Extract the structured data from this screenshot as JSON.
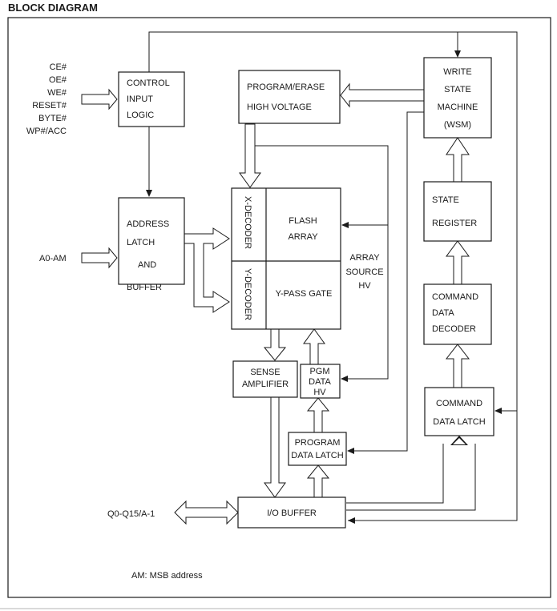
{
  "heading": "BLOCK DIAGRAM",
  "inputs": {
    "control_signals": [
      "CE#",
      "OE#",
      "WE#",
      "RESET#",
      "BYTE#",
      "WP#/ACC"
    ],
    "address": "A0-AM",
    "data_io": "Q0-Q15/A-1"
  },
  "blocks": {
    "control_input_logic": [
      "CONTROL",
      "INPUT",
      "LOGIC"
    ],
    "program_erase_hv": [
      "PROGRAM/ERASE",
      "HIGH VOLTAGE"
    ],
    "write_state_machine": [
      "WRITE",
      "STATE",
      "MACHINE",
      "(WSM)"
    ],
    "address_latch_buffer": [
      "ADDRESS",
      "LATCH",
      "AND",
      "BUFFER"
    ],
    "x_decoder": "X-DECODER",
    "y_decoder": "Y-DECODER",
    "flash_array": [
      "FLASH",
      "ARRAY"
    ],
    "y_pass_gate": "Y-PASS GATE",
    "array_source_hv": [
      "ARRAY",
      "SOURCE",
      "HV"
    ],
    "state_register": [
      "STATE",
      "REGISTER"
    ],
    "command_data_decoder": [
      "COMMAND",
      "DATA",
      "DECODER"
    ],
    "sense_amplifier": [
      "SENSE",
      "AMPLIFIER"
    ],
    "pgm_data_hv": [
      "PGM",
      "DATA",
      "HV"
    ],
    "command_data_latch": [
      "COMMAND",
      "DATA LATCH"
    ],
    "program_data_latch": [
      "PROGRAM",
      "DATA LATCH"
    ],
    "io_buffer": "I/O BUFFER"
  },
  "note": "AM: MSB address"
}
